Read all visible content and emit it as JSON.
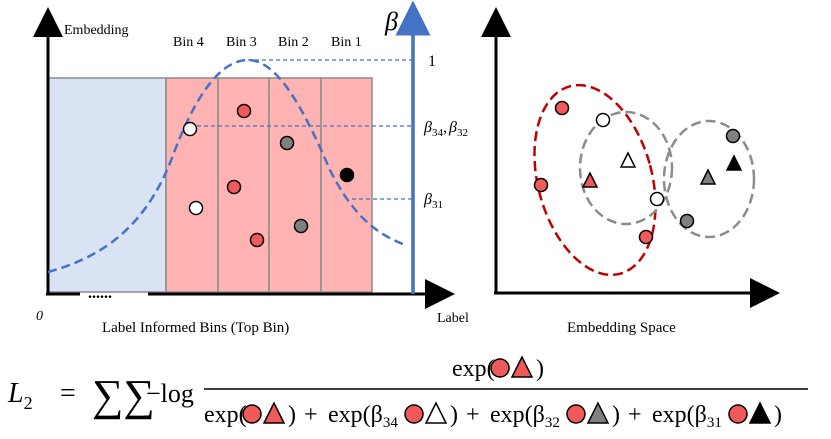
{
  "left_panel": {
    "y_axis_label": "Embedding",
    "x_axis_label": "Label Informed Bins (Top Bin)",
    "x_end_label": "Label",
    "origin_label": "0",
    "ellipsis": "......",
    "bins": [
      "Bin 4",
      "Bin 3",
      "Bin 2",
      "Bin 1"
    ],
    "beta_axis": {
      "symbol": "β",
      "tick_top": "1",
      "tick_mid": {
        "base": "β",
        "sub1": "34",
        "sep": ",",
        "base2": "β",
        "sub2": "32"
      },
      "tick_low": {
        "base": "β",
        "sub": "31"
      }
    }
  },
  "right_panel": {
    "caption": "Embedding Space"
  },
  "formula": {
    "lhs": "L",
    "lhs_sub": "2",
    "equals": "=",
    "sums": "∑∑",
    "neg_log": "−log",
    "numerator": "exp(",
    "close": ")",
    "plus": "+",
    "exp_open": "exp(",
    "exp_beta": "exp(β",
    "sub34": "34",
    "sub32": "32",
    "sub31": "31"
  },
  "colors": {
    "red": "#f05a5a",
    "gray": "#808080",
    "blue": "#4472c4",
    "dashed_red": "#c00000",
    "dashed_gray": "#8c8c8c",
    "bin_fill": "#ffb3b3",
    "pre_fill": "#dae3f3"
  }
}
